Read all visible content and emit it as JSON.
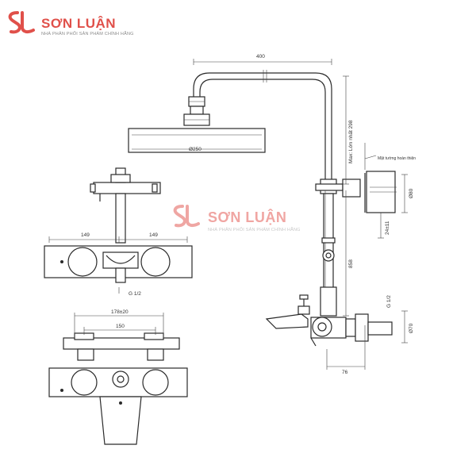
{
  "brand": {
    "name": "SƠN LUẬN",
    "tagline": "NHÀ PHÂN PHỐI SẢN PHẨM CHÍNH HÃNG",
    "accent_color": "#e0504a"
  },
  "watermark": {
    "name": "SƠN LUẬN",
    "tagline": "NHÀ PHÂN PHỐI SẢN PHẨM CHÍNH HÃNG"
  },
  "dimensions": {
    "arm_width": "400",
    "head_diameter": "Ø250",
    "max_height": "Max: Lớn nhất 298",
    "wall_mark": "Mặt tường hoàn thiện",
    "wall_depth": "Ø80",
    "column_height": "858",
    "bracket_offset": "24±11",
    "outlet_thread": "G 1/2",
    "outlet_diameter": "Ø70",
    "body_offset": "76",
    "left_half": "149",
    "right_half": "149",
    "inlet_thread": "G 1/2",
    "centers_range": "178±20",
    "centers": "150"
  }
}
